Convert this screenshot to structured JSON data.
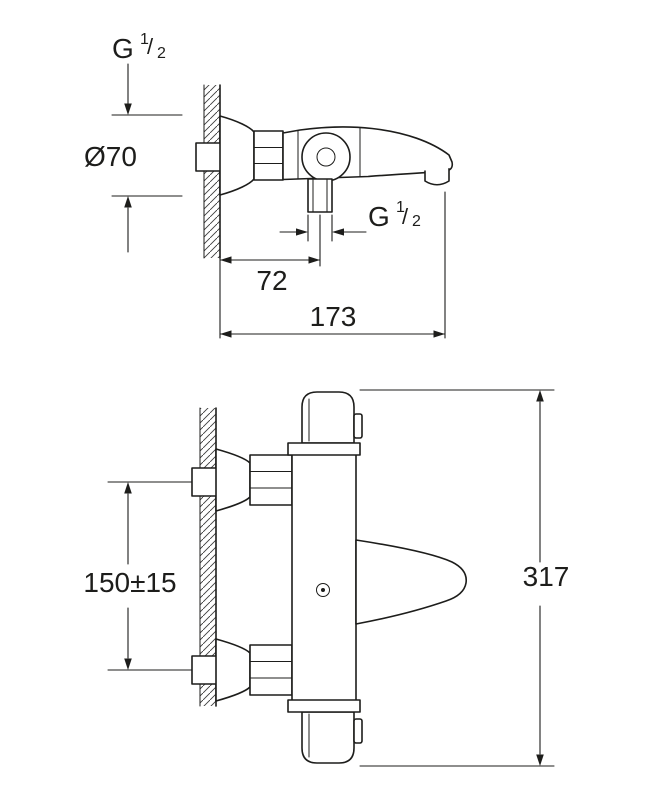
{
  "page": {
    "background": "#ffffff",
    "line_color": "#1d1d1b"
  },
  "top_view": {
    "inlet_thread": {
      "prefix": "G",
      "numerator": "1",
      "slash": "/",
      "denominator": "2"
    },
    "escutcheon_diameter": "Ø70",
    "outlet_thread": {
      "prefix": "G",
      "numerator": "1",
      "slash": "/",
      "denominator": "2"
    },
    "outlet_offset": "72",
    "spout_depth": "173"
  },
  "front_view": {
    "connection_spacing": "150±15",
    "total_height": "317"
  }
}
